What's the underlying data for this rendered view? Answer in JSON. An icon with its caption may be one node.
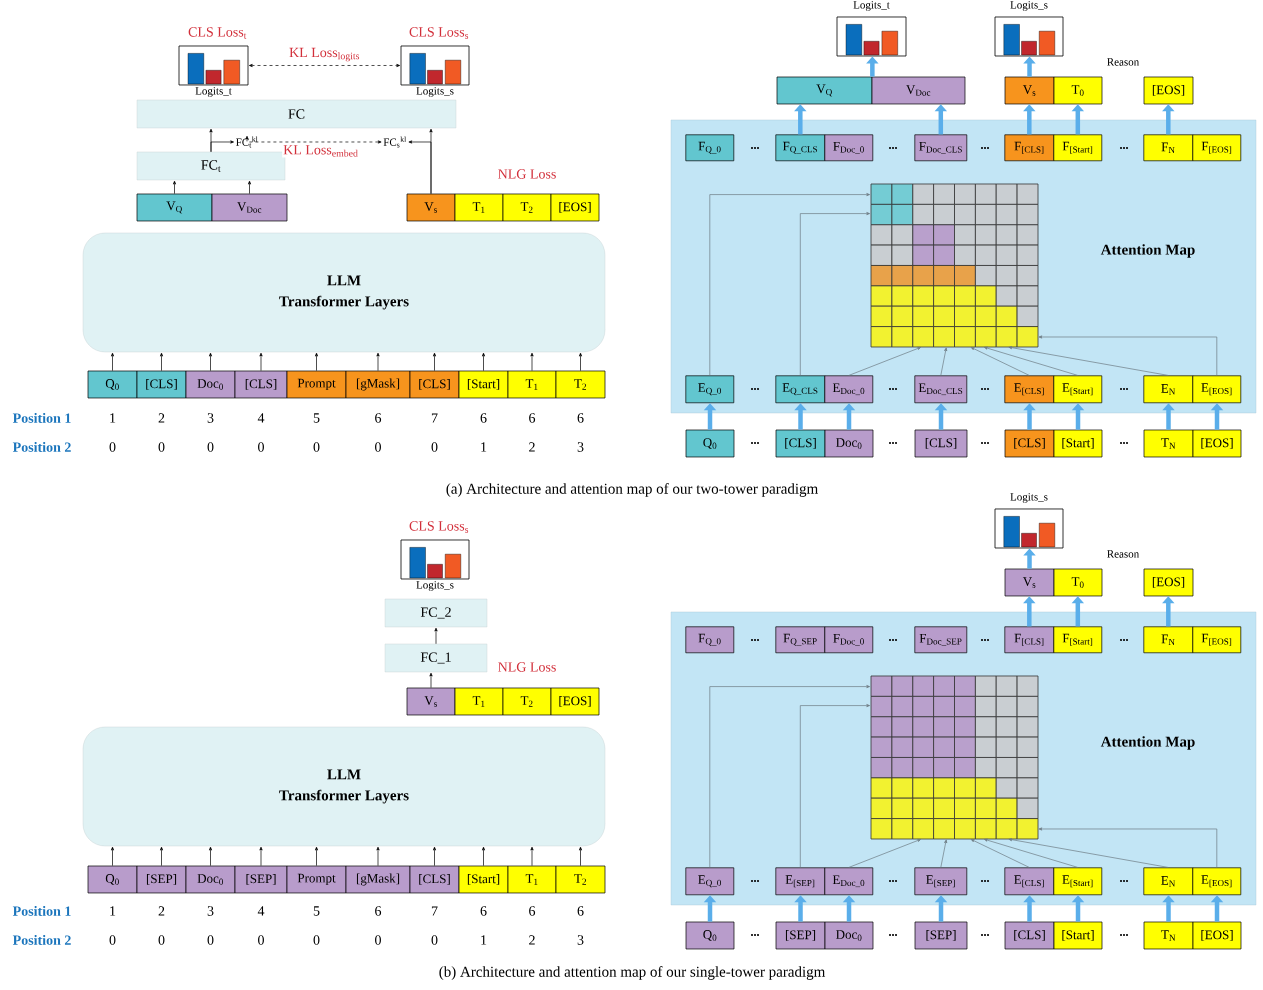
{
  "diagram": {
    "nodes": [
      {
        "text": [
          "CLS Loss$_{t}$",
          "Logits_t"
        ]
      },
      {
        "text": [
          "CLS Loss$_{s}$",
          "Logits_s"
        ]
      },
      {
        "text": [
          "FC"
        ]
      },
      {
        "text": [
          "FC$_{t}$$^{kl}$"
        ]
      },
      {
        "text": [
          "FC$_{s}$$^{kl}$"
        ]
      },
      {
        "text": [
          "FC$_{t}$"
        ]
      },
      {
        "text": [
          "V$_{Q}$"
        ]
      },
      {
        "text": [
          "V$_{Doc}$"
        ]
      },
      {
        "text": [
          "V$_{s}$"
        ]
      },
      {
        "text": [
          "T$_{1}$"
        ]
      },
      {
        "text": [
          "T$_{2}$"
        ]
      },
      {
        "text": [
          "[EOS]"
        ]
      },
      {
        "text": [
          "LLM",
          "Transformer Layers"
        ]
      },
      {
        "text": [
          "Q$_{0}$"
        ]
      },
      {
        "text": [
          "[CLS]"
        ]
      },
      {
        "text": [
          "Doc$_{0}$"
        ]
      },
      {
        "text": [
          "[CLS]"
        ]
      },
      {
        "text": [
          "Prompt"
        ]
      },
      {
        "text": [
          "[gMask]"
        ]
      },
      {
        "text": [
          "[CLS]"
        ]
      },
      {
        "text": [
          "[Start]"
        ]
      },
      {
        "text": [
          "T$_{1}$"
        ]
      },
      {
        "text": [
          "T$_{2}$"
        ]
      },
      {
        "text": [
          "Logits_t"
        ]
      },
      {
        "text": [
          "Logits_s"
        ]
      },
      {
        "text": [
          "V$_{Q}$"
        ]
      },
      {
        "text": [
          "V$_{Doc}$"
        ]
      },
      {
        "text": [
          "V$_{s}$"
        ]
      },
      {
        "text": [
          "T$_{0}$"
        ]
      },
      {
        "text": [
          "[EOS]"
        ]
      },
      {
        "text": [
          "Attention Map"
        ]
      },
      {
        "text": [
          "F$_{Q_0}$"
        ],
        "in": 30
      },
      {
        "text": [
          "F$_{Q_CLS}$"
        ],
        "in": 30
      },
      {
        "text": [
          "F$_{Doc_0}$"
        ],
        "in": 30
      },
      {
        "text": [
          "F$_{Doc_CLS}$"
        ],
        "in": 30
      },
      {
        "text": [
          "F$_{[CLS]}$"
        ],
        "in": 30
      },
      {
        "text": [
          "F$_{[Start]}$"
        ],
        "in": 30
      },
      {
        "text": [
          "F$_{N}$"
        ],
        "in": 30
      },
      {
        "text": [
          "F$_{[EOS]}$"
        ],
        "in": 30
      },
      {
        "text": [],
        "shape": "grid",
        "in": 30
      },
      {
        "text": [
          "E$_{Q_0}$"
        ],
        "in": 30
      },
      {
        "text": [
          "E$_{Q_CLS}$"
        ],
        "in": 30
      },
      {
        "text": [
          "E$_{Doc_0}$"
        ],
        "in": 30
      },
      {
        "text": [
          "E$_{Doc_CLS}$"
        ],
        "in": 30
      },
      {
        "text": [
          "E$_{[CLS]}$"
        ],
        "in": 30
      },
      {
        "text": [
          "E$_{[Start]}$"
        ],
        "in": 30
      },
      {
        "text": [
          "E$_{N}$"
        ],
        "in": 30
      },
      {
        "text": [
          "E$_{[EOS]}$"
        ],
        "in": 30
      },
      {
        "text": [
          "Q$_{0}$"
        ]
      },
      {
        "text": [
          "[CLS]"
        ]
      },
      {
        "text": [
          "Doc$_{0}$"
        ]
      },
      {
        "text": [
          "[CLS]"
        ]
      },
      {
        "text": [
          "[CLS]"
        ]
      },
      {
        "text": [
          "[Start]"
        ]
      },
      {
        "text": [
          "T$_{N}$"
        ]
      },
      {
        "text": [
          "[EOS]"
        ]
      },
      {
        "text": [
          "CLS Loss$_{s}$",
          "Logits_s"
        ]
      },
      {
        "text": [
          "FC_2"
        ]
      },
      {
        "text": [
          "FC_1"
        ]
      },
      {
        "text": [
          "V$_{s}$"
        ]
      },
      {
        "text": [
          "T$_{1}$"
        ]
      },
      {
        "text": [
          "T$_{2}$"
        ]
      },
      {
        "text": [
          "[EOS]"
        ]
      },
      {
        "text": [
          "LLM",
          "Transformer Layers"
        ]
      },
      {
        "text": [
          "Q$_{0}$"
        ]
      },
      {
        "text": [
          "[SEP]"
        ]
      },
      {
        "text": [
          "Doc$_{0}$"
        ]
      },
      {
        "text": [
          "[SEP]"
        ]
      },
      {
        "text": [
          "Prompt"
        ]
      },
      {
        "text": [
          "[gMask]"
        ]
      },
      {
        "text": [
          "[CLS]"
        ]
      },
      {
        "text": [
          "[Start]"
        ]
      },
      {
        "text": [
          "T$_{1}$"
        ]
      },
      {
        "text": [
          "T$_{2}$"
        ]
      },
      {
        "text": [
          "Logits_s"
        ]
      },
      {
        "text": [
          "V$_{s}$"
        ]
      },
      {
        "text": [
          "T$_{0}$"
        ]
      },
      {
        "text": [
          "[EOS]"
        ]
      },
      {
        "text": [
          "Attention Map"
        ]
      },
      {
        "text": [
          "F$_{Q_0}$"
        ],
        "in": 78
      },
      {
        "text": [
          "F$_{Q_SEP}$"
        ],
        "in": 78
      },
      {
        "text": [
          "F$_{Doc_0}$"
        ],
        "in": 78
      },
      {
        "text": [
          "F$_{Doc_SEP}$"
        ],
        "in": 78
      },
      {
        "text": [
          "F$_{[CLS]}$"
        ],
        "in": 78
      },
      {
        "text": [
          "F$_{[Start]}$"
        ],
        "in": 78
      },
      {
        "text": [
          "F$_{N}$"
        ],
        "in": 78
      },
      {
        "text": [
          "F$_{[EOS]}$"
        ],
        "in": 78
      },
      {
        "text": [],
        "shape": "grid",
        "in": 78
      },
      {
        "text": [
          "E$_{Q_0}$"
        ],
        "in": 78
      },
      {
        "text": [
          "E$_{[SEP]}$"
        ],
        "in": 78
      },
      {
        "text": [
          "E$_{Doc_0}$"
        ],
        "in": 78
      },
      {
        "text": [
          "E$_{[SEP]}$"
        ],
        "in": 78
      },
      {
        "text": [
          "E$_{[CLS]}$"
        ],
        "in": 78
      },
      {
        "text": [
          "E$_{[Start]}$"
        ],
        "in": 78
      },
      {
        "text": [
          "E$_{N}$"
        ],
        "in": 78
      },
      {
        "text": [
          "E$_{[EOS]}$"
        ],
        "in": 78
      },
      {
        "text": [
          "Q$_{0}$"
        ]
      },
      {
        "text": [
          "[SEP]"
        ]
      },
      {
        "text": [
          "Doc$_{0}$"
        ]
      },
      {
        "text": [
          "[SEP]"
        ]
      },
      {
        "text": [
          "[CLS]"
        ]
      },
      {
        "text": [
          "[Start]"
        ]
      },
      {
        "text": [
          "T$_{N}$"
        ]
      },
      {
        "text": [
          "[EOS]"
        ]
      }
    ],
    "edges": [
      {
        "from": 0,
        "to": 1,
        "arrow": "both",
        "style": "dashed",
        "label": "KL Loss$_{logits}$"
      },
      {
        "from": 5,
        "to": 2,
        "arrow": "to"
      },
      {
        "from": 5,
        "to": 3,
        "arrow": "to"
      },
      {
        "from": 3,
        "to": 4,
        "arrow": "both",
        "style": "dashed",
        "label": "KL Loss$_{embed}$"
      },
      {
        "from": 8,
        "to": 4,
        "arrow": "to"
      },
      {
        "from": 8,
        "to": 2,
        "arrow": "to"
      },
      {
        "from": 6,
        "to": 5,
        "arrow": "to"
      },
      {
        "from": 7,
        "to": 5,
        "arrow": "to"
      },
      {
        "from": 13,
        "to": 12,
        "arrow": "to"
      },
      {
        "from": 14,
        "to": 12,
        "arrow": "to"
      },
      {
        "from": 15,
        "to": 12,
        "arrow": "to"
      },
      {
        "from": 16,
        "to": 12,
        "arrow": "to"
      },
      {
        "from": 17,
        "to": 12,
        "arrow": "to"
      },
      {
        "from": 18,
        "to": 12,
        "arrow": "to"
      },
      {
        "from": 19,
        "to": 12,
        "arrow": "to"
      },
      {
        "from": 20,
        "to": 12,
        "arrow": "to"
      },
      {
        "from": 21,
        "to": 12,
        "arrow": "to"
      },
      {
        "from": 22,
        "to": 12,
        "arrow": "to"
      },
      {
        "from": 48,
        "to": 40,
        "arrow": "to",
        "style": "thick",
        "color": "#5aaeea"
      },
      {
        "from": 49,
        "to": 41,
        "arrow": "to",
        "style": "thick",
        "color": "#5aaeea"
      },
      {
        "from": 50,
        "to": 42,
        "arrow": "to",
        "style": "thick",
        "color": "#5aaeea"
      },
      {
        "from": 51,
        "to": 43,
        "arrow": "to",
        "style": "thick",
        "color": "#5aaeea"
      },
      {
        "from": 52,
        "to": 44,
        "arrow": "to",
        "style": "thick",
        "color": "#5aaeea"
      },
      {
        "from": 53,
        "to": 45,
        "arrow": "to",
        "style": "thick",
        "color": "#5aaeea"
      },
      {
        "from": 54,
        "to": 46,
        "arrow": "to",
        "style": "thick",
        "color": "#5aaeea"
      },
      {
        "from": 55,
        "to": 47,
        "arrow": "to",
        "style": "thick",
        "color": "#5aaeea"
      },
      {
        "from": 40,
        "to": 39,
        "arrow": "to",
        "color": "#6d7b84"
      },
      {
        "from": 41,
        "to": 39,
        "arrow": "to",
        "color": "#6d7b84"
      },
      {
        "from": 42,
        "to": 39,
        "arrow": "to",
        "color": "#6d7b84"
      },
      {
        "from": 43,
        "to": 39,
        "arrow": "to",
        "color": "#6d7b84"
      },
      {
        "from": 44,
        "to": 39,
        "arrow": "to",
        "color": "#6d7b84"
      },
      {
        "from": 45,
        "to": 39,
        "arrow": "to",
        "color": "#6d7b84"
      },
      {
        "from": 46,
        "to": 39,
        "arrow": "to",
        "color": "#6d7b84"
      },
      {
        "from": 47,
        "to": 39,
        "arrow": "to",
        "color": "#6d7b84"
      },
      {
        "from": 32,
        "to": 25,
        "arrow": "to",
        "style": "thick",
        "color": "#5aaeea"
      },
      {
        "from": 34,
        "to": 26,
        "arrow": "to",
        "style": "thick",
        "color": "#5aaeea"
      },
      {
        "from": 35,
        "to": 27,
        "arrow": "to",
        "style": "thick",
        "color": "#5aaeea"
      },
      {
        "from": 36,
        "to": 28,
        "arrow": "to",
        "style": "thick",
        "color": "#5aaeea"
      },
      {
        "from": 37,
        "to": 29,
        "arrow": "to",
        "style": "thick",
        "color": "#5aaeea"
      },
      {
        "from": 25,
        "to": 23,
        "arrow": "to",
        "style": "thick",
        "color": "#5aaeea"
      },
      {
        "from": 26,
        "to": 23,
        "arrow": "to",
        "style": "thick",
        "color": "#5aaeea"
      },
      {
        "from": 27,
        "to": 24,
        "arrow": "to",
        "style": "thick",
        "color": "#5aaeea"
      },
      {
        "from": 58,
        "to": 57,
        "arrow": "to"
      },
      {
        "from": 59,
        "to": 58,
        "arrow": "to"
      },
      {
        "from": 64,
        "to": 63,
        "arrow": "to"
      },
      {
        "from": 65,
        "to": 63,
        "arrow": "to"
      },
      {
        "from": 66,
        "to": 63,
        "arrow": "to"
      },
      {
        "from": 67,
        "to": 63,
        "arrow": "to"
      },
      {
        "from": 68,
        "to": 63,
        "arrow": "to"
      },
      {
        "from": 69,
        "to": 63,
        "arrow": "to"
      },
      {
        "from": 70,
        "to": 63,
        "arrow": "to"
      },
      {
        "from": 71,
        "to": 63,
        "arrow": "to"
      },
      {
        "from": 72,
        "to": 63,
        "arrow": "to"
      },
      {
        "from": 73,
        "to": 63,
        "arrow": "to"
      },
      {
        "from": 96,
        "to": 88,
        "arrow": "to",
        "style": "thick",
        "color": "#5aaeea"
      },
      {
        "from": 97,
        "to": 89,
        "arrow": "to",
        "style": "thick",
        "color": "#5aaeea"
      },
      {
        "from": 98,
        "to": 90,
        "arrow": "to",
        "style": "thick",
        "color": "#5aaeea"
      },
      {
        "from": 99,
        "to": 91,
        "arrow": "to",
        "style": "thick",
        "color": "#5aaeea"
      },
      {
        "from": 100,
        "to": 92,
        "arrow": "to",
        "style": "thick",
        "color": "#5aaeea"
      },
      {
        "from": 101,
        "to": 93,
        "arrow": "to",
        "style": "thick",
        "color": "#5aaeea"
      },
      {
        "from": 102,
        "to": 94,
        "arrow": "to",
        "style": "thick",
        "color": "#5aaeea"
      },
      {
        "from": 103,
        "to": 95,
        "arrow": "to",
        "style": "thick",
        "color": "#5aaeea"
      },
      {
        "from": 88,
        "to": 87,
        "arrow": "to",
        "color": "#6d7b84"
      },
      {
        "from": 89,
        "to": 87,
        "arrow": "to",
        "color": "#6d7b84"
      },
      {
        "from": 90,
        "to": 87,
        "arrow": "to",
        "color": "#6d7b84"
      },
      {
        "from": 91,
        "to": 87,
        "arrow": "to",
        "color": "#6d7b84"
      },
      {
        "from": 92,
        "to": 87,
        "arrow": "to",
        "color": "#6d7b84"
      },
      {
        "from": 93,
        "to": 87,
        "arrow": "to",
        "color": "#6d7b84"
      },
      {
        "from": 94,
        "to": 87,
        "arrow": "to",
        "color": "#6d7b84"
      },
      {
        "from": 95,
        "to": 87,
        "arrow": "to",
        "color": "#6d7b84"
      },
      {
        "from": 83,
        "to": 75,
        "arrow": "to",
        "style": "thick",
        "color": "#5aaeea"
      },
      {
        "from": 84,
        "to": 76,
        "arrow": "to",
        "style": "thick",
        "color": "#5aaeea"
      },
      {
        "from": 85,
        "to": 77,
        "arrow": "to",
        "style": "thick",
        "color": "#5aaeea"
      },
      {
        "from": 75,
        "to": 74,
        "arrow": "to",
        "style": "thick",
        "color": "#5aaeea"
      }
    ],
    "labels": [
      "NLG Loss",
      "Reason",
      "Position 1",
      "1",
      "2",
      "3",
      "4",
      "5",
      "6",
      "7",
      "6",
      "6",
      "6",
      "Position 2",
      "0",
      "0",
      "0",
      "0",
      "0",
      "0",
      "0",
      "1",
      "2",
      "3",
      "...",
      "...",
      "...",
      "...",
      "...",
      "...",
      "...",
      "...",
      "...",
      "...",
      "...",
      "...",
      "(a) Architecture and attention map of our two-tower paradigm",
      "NLG Loss",
      "Reason",
      "Position 1",
      "1",
      "2",
      "3",
      "4",
      "5",
      "6",
      "7",
      "6",
      "6",
      "6",
      "Position 2",
      "0",
      "0",
      "0",
      "0",
      "0",
      "0",
      "0",
      "1",
      "2",
      "3",
      "...",
      "...",
      "...",
      "...",
      "...",
      "...",
      "...",
      "...",
      "...",
      "...",
      "...",
      "...",
      "(b) Architecture and attention map of our single-tower paradigm"
    ]
  }
}
